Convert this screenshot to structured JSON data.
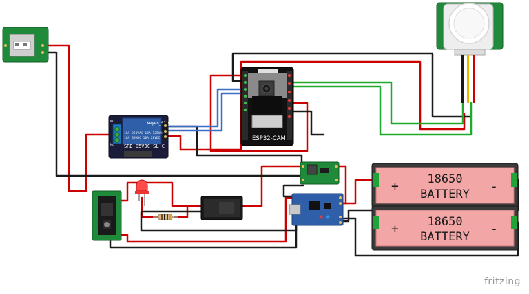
{
  "labels": {
    "esp32": "ESP32-CAM",
    "relay_brand": "Keyes_SRly",
    "relay_model": "SRD-05VDC-SL-C",
    "relay_spec1": "10A 250VAC  10A 125VAC",
    "relay_spec2": "10A 30VDC  10A 28VDC",
    "relay_nc": "NC",
    "relay_no": "NO",
    "battery_top_model": "18650",
    "battery_top_word": "BATTERY",
    "battery_bottom_model": "18650",
    "battery_bottom_word": "BATTERY",
    "battery_plus": "+",
    "battery_minus": "-",
    "watermark": "fritzing"
  },
  "colors": {
    "wire_red": "#cc0000",
    "wire_black": "#1a1a1a",
    "wire_blue": "#3a6fc4",
    "wire_green": "#1faa2e",
    "wire_yellow": "#e8b800",
    "pcb_green": "#1e8a3a",
    "relay_blue": "#2f5fa8",
    "battery_pink": "#f2a6a6",
    "esp_black": "#111111"
  },
  "icons": [
    "usb-port-icon",
    "pir-sensor-icon",
    "led-icon",
    "resistor-icon",
    "dc-jack-icon",
    "rocker-switch-icon"
  ]
}
